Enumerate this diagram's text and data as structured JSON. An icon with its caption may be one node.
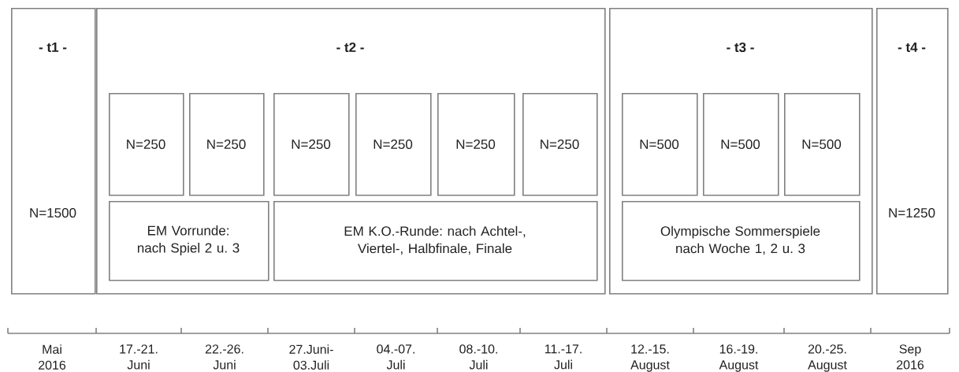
{
  "diagram": {
    "nodes": [
      {
        "text": [
          "- t1 -",
          "N=1500"
        ]
      },
      {
        "text": [
          "- t2 -"
        ]
      },
      {
        "text": [
          "N=250"
        ],
        "in": 1
      },
      {
        "text": [
          "N=250"
        ],
        "in": 1
      },
      {
        "text": [
          "N=250"
        ],
        "in": 1
      },
      {
        "text": [
          "N=250"
        ],
        "in": 1
      },
      {
        "text": [
          "N=250"
        ],
        "in": 1
      },
      {
        "text": [
          "N=250"
        ],
        "in": 1
      },
      {
        "text": [
          "EM Vorrunde: nach Spiel 2 u. 3"
        ],
        "in": 1
      },
      {
        "text": [
          "EM K.O.-Runde: nach Achtel-, Viertel-, Halbfinale, Finale"
        ],
        "in": 1
      },
      {
        "text": [
          "- t3 -"
        ]
      },
      {
        "text": [
          "N=500"
        ],
        "in": 10
      },
      {
        "text": [
          "N=500"
        ],
        "in": 10
      },
      {
        "text": [
          "N=500"
        ],
        "in": 10
      },
      {
        "text": [
          "Olympische Sommerspiele nach Woche 1, 2 u. 3"
        ],
        "in": 10
      },
      {
        "text": [
          "- t4 -",
          "N=1250"
        ]
      }
    ],
    "labels": [
      "Mai 2016",
      "17.-21. Juni",
      "22.-26. Juni",
      "27.Juni- 03.Juli",
      "04.-07. Juli",
      "08.-10. Juli",
      "11.-17. Juli",
      "12.-15. August",
      "16.-19. August",
      "20.-25. August",
      "Sep 2016"
    ]
  }
}
